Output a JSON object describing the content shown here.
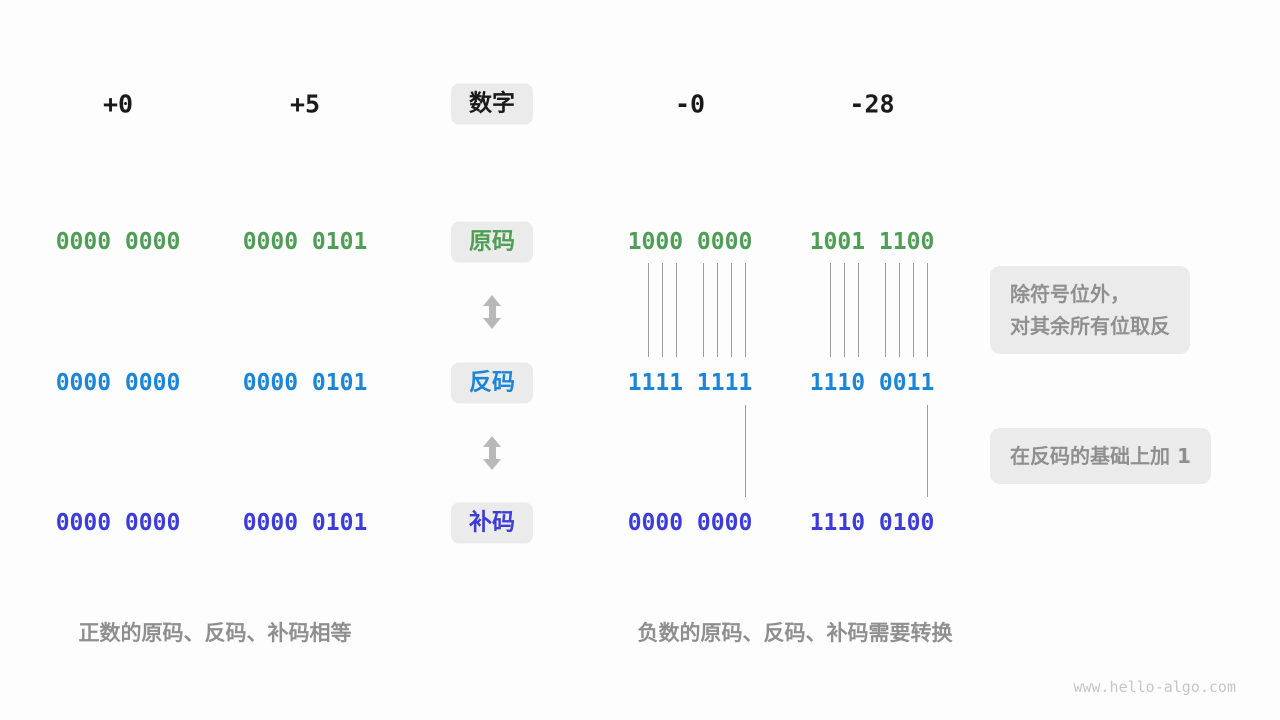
{
  "title_row": {
    "pos0": "+0",
    "pos5": "+5",
    "label": "数字",
    "neg0": "-0",
    "neg28": "-28"
  },
  "rows": {
    "sign_magnitude": {
      "label": "原码",
      "pos0": "0000 0000",
      "pos5": "0000 0101",
      "neg0": "1000 0000",
      "neg28": "1001 1100"
    },
    "ones_complement": {
      "label": "反码",
      "pos0": "0000 0000",
      "pos5": "0000 0101",
      "neg0": "1111 1111",
      "neg28": "1110 0011"
    },
    "twos_complement": {
      "label": "补码",
      "pos0": "0000 0000",
      "pos5": "0000 0101",
      "neg0": "0000 0000",
      "neg28": "1110 0100"
    }
  },
  "annotations": {
    "invert_line1": "除符号位外，",
    "invert_line2": "对其余所有位取反",
    "add_one": "在反码的基础上加 1"
  },
  "captions": {
    "positive": "正数的原码、反码、补码相等",
    "negative": "负数的原码、反码、补码需要转换"
  },
  "watermark": "www.hello-algo.com",
  "colors": {
    "sign_magnitude": "#4e9e55",
    "ones_complement": "#1b85d8",
    "twos_complement": "#3c3cd9",
    "box_bg": "#ebebeb",
    "gray_text": "#8f8f8f",
    "arrow": "#b8b8b8",
    "line": "#9a9a9a",
    "watermark": "#c6c6c6",
    "heading_text": "#1a1a1a"
  }
}
